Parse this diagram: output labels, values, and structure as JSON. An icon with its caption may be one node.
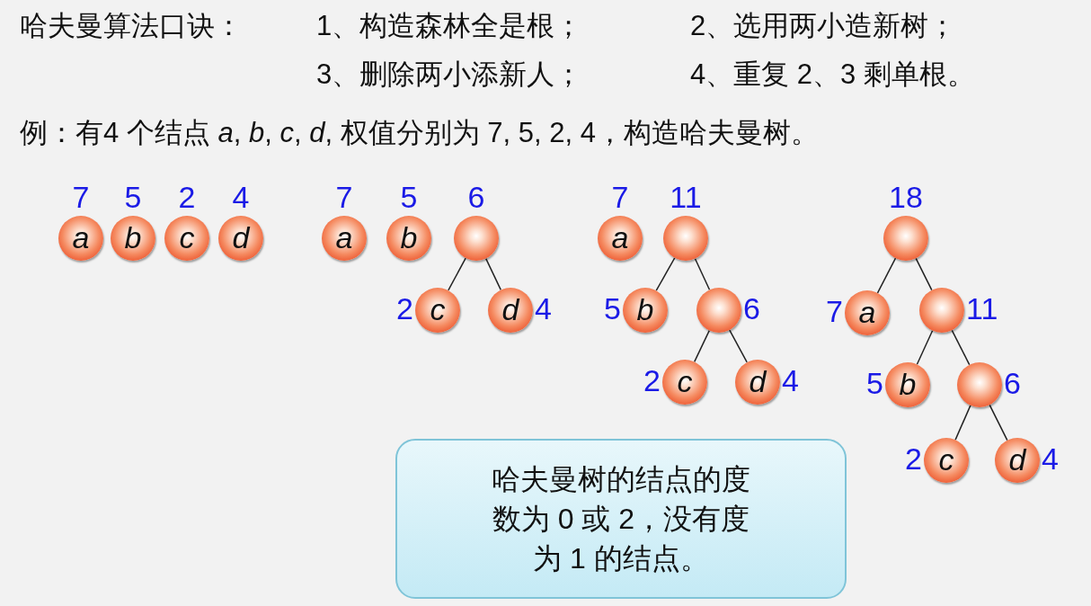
{
  "diagram": {
    "nodes": [
      {
        "text": [
          "a"
        ],
        "beside": [
          "7"
        ]
      },
      {
        "text": [
          "b"
        ],
        "beside": [
          "5"
        ]
      },
      {
        "text": [
          "c"
        ],
        "beside": [
          "2"
        ]
      },
      {
        "text": [
          "d"
        ],
        "beside": [
          "4"
        ]
      },
      {
        "text": [
          "a"
        ],
        "beside": [
          "7"
        ]
      },
      {
        "text": [
          "b"
        ],
        "beside": [
          "5"
        ]
      },
      {
        "text": [],
        "shape": "circle",
        "beside": [
          "6"
        ]
      },
      {
        "text": [
          "c"
        ],
        "beside": [
          "2"
        ]
      },
      {
        "text": [
          "d"
        ],
        "beside": [
          "4"
        ]
      },
      {
        "text": [
          "a"
        ],
        "beside": [
          "7"
        ]
      },
      {
        "text": [],
        "shape": "circle",
        "beside": [
          "11"
        ]
      },
      {
        "text": [
          "b"
        ],
        "beside": [
          "5"
        ]
      },
      {
        "text": [],
        "shape": "circle",
        "beside": [
          "6"
        ]
      },
      {
        "text": [
          "c"
        ],
        "beside": [
          "2"
        ]
      },
      {
        "text": [
          "d"
        ],
        "beside": [
          "4"
        ]
      },
      {
        "text": [],
        "shape": "circle",
        "beside": [
          "18"
        ]
      },
      {
        "text": [
          "a"
        ],
        "beside": [
          "7"
        ]
      },
      {
        "text": [],
        "shape": "circle",
        "beside": [
          "11"
        ]
      },
      {
        "text": [
          "b"
        ],
        "beside": [
          "5"
        ]
      },
      {
        "text": [],
        "shape": "circle",
        "beside": [
          "6"
        ]
      },
      {
        "text": [
          "c"
        ],
        "beside": [
          "2"
        ]
      },
      {
        "text": [
          "d"
        ],
        "beside": [
          "4"
        ]
      },
      {
        "text": [
          "哈夫曼树的结点的度数为 0 或 2，没有度为 1 的结点。"
        ]
      }
    ],
    "edges": [
      {
        "from": 6,
        "to": 7,
        "arrow": "none"
      },
      {
        "from": 6,
        "to": 8,
        "arrow": "none"
      },
      {
        "from": 10,
        "to": 11,
        "arrow": "none"
      },
      {
        "from": 10,
        "to": 12,
        "arrow": "none"
      },
      {
        "from": 12,
        "to": 13,
        "arrow": "none"
      },
      {
        "from": 12,
        "to": 14,
        "arrow": "none"
      },
      {
        "from": 15,
        "to": 16,
        "arrow": "none"
      },
      {
        "from": 15,
        "to": 17,
        "arrow": "none"
      },
      {
        "from": 17,
        "to": 18,
        "arrow": "none"
      },
      {
        "from": 17,
        "to": 19,
        "arrow": "none"
      },
      {
        "from": 19,
        "to": 20,
        "arrow": "none"
      },
      {
        "from": 19,
        "to": 21,
        "arrow": "none"
      }
    ],
    "labels": [
      "哈夫曼算法口诀：",
      "1、构造森林全是根；",
      "2、选用两小造新树；",
      "3、删除两小添新人；",
      "4、重复 2、3 剩单根。",
      "例：有4 个结点 *a*, *b*, *c*, *d*, 权值分别为 7, 5, 2, 4，构造哈夫曼树。"
    ]
  }
}
